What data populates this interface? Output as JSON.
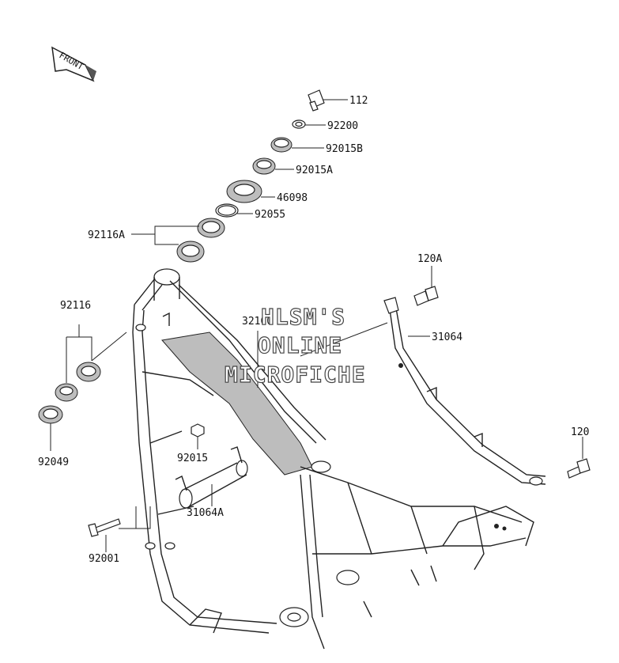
{
  "front_label": "FRONT",
  "watermark": {
    "line1": "HLSM'S",
    "line2": "ONLINE",
    "line3": "MICROFICHE"
  },
  "parts": {
    "p112": "112",
    "p92200": "92200",
    "p92015B": "92015B",
    "p92015A": "92015A",
    "p46098": "46098",
    "p92055": "92055",
    "p92116A": "92116A",
    "p120A": "120A",
    "p32160": "32160",
    "p31064": "31064",
    "p92116": "92116",
    "p92049": "92049",
    "p92015": "92015",
    "p120": "120",
    "p31064A": "31064A",
    "p92001": "92001"
  }
}
